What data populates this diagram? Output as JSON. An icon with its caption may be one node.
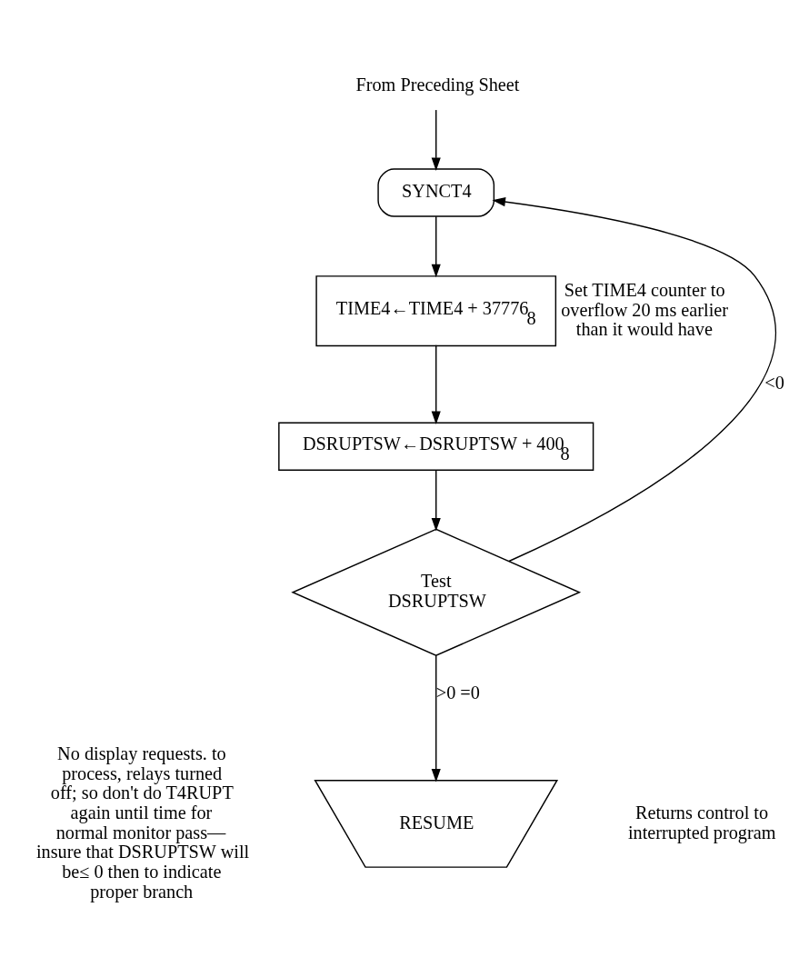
{
  "diagram": {
    "nodes": [
      {
        "text": [
          "From Preceding Sheet"
        ]
      },
      {
        "text": [
          "SYNCT4"
        ]
      },
      {
        "text": [
          "TIME4←TIME4 + 37776$_{8}$"
        ],
        "beside": [
          "Set TIME4 counter to overflow 20 ms earlier than it would have"
        ]
      },
      {
        "text": [
          "DSRUPTSW←DSRUPTSW + 400$_{8}$"
        ]
      },
      {
        "text": [
          "Test DSRUPTSW"
        ]
      },
      {
        "text": [
          "RESUME"
        ],
        "beside": [
          "Returns control to interrupted program"
        ]
      }
    ],
    "edges": [
      {
        "from": 0,
        "to": 1,
        "arrow": "to"
      },
      {
        "from": 1,
        "to": 2,
        "arrow": "to"
      },
      {
        "from": 2,
        "to": 3,
        "arrow": "to"
      },
      {
        "from": 3,
        "to": 4,
        "arrow": "to"
      },
      {
        "from": 4,
        "to": 1,
        "arrow": "to",
        "label": "<0"
      },
      {
        "from": 4,
        "to": 5,
        "arrow": "to",
        "label": ">0 =0"
      }
    ],
    "labels": [
      "No display requests. to process, relays turned off; so don't do T4RUPT again until time for normal monitor pass— insure that DSRUPTSW will be≤ 0 then to indicate proper branch"
    ]
  }
}
